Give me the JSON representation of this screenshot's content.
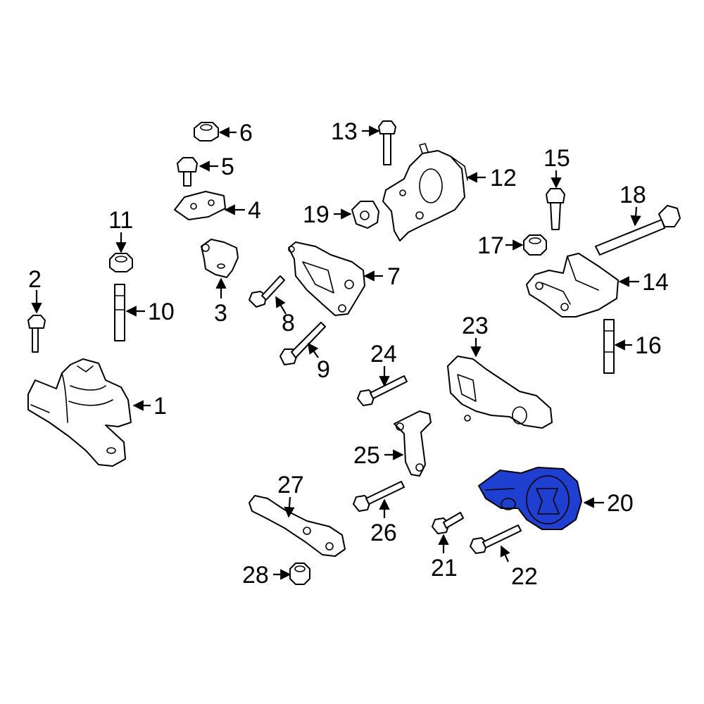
{
  "diagram": {
    "highlight_color": "#1f3fd0",
    "highlighted_part": "20",
    "callouts": [
      "1",
      "2",
      "3",
      "4",
      "5",
      "6",
      "7",
      "8",
      "9",
      "10",
      "11",
      "12",
      "13",
      "14",
      "15",
      "16",
      "17",
      "18",
      "19",
      "20",
      "21",
      "22",
      "23",
      "24",
      "25",
      "26",
      "27",
      "28"
    ]
  }
}
